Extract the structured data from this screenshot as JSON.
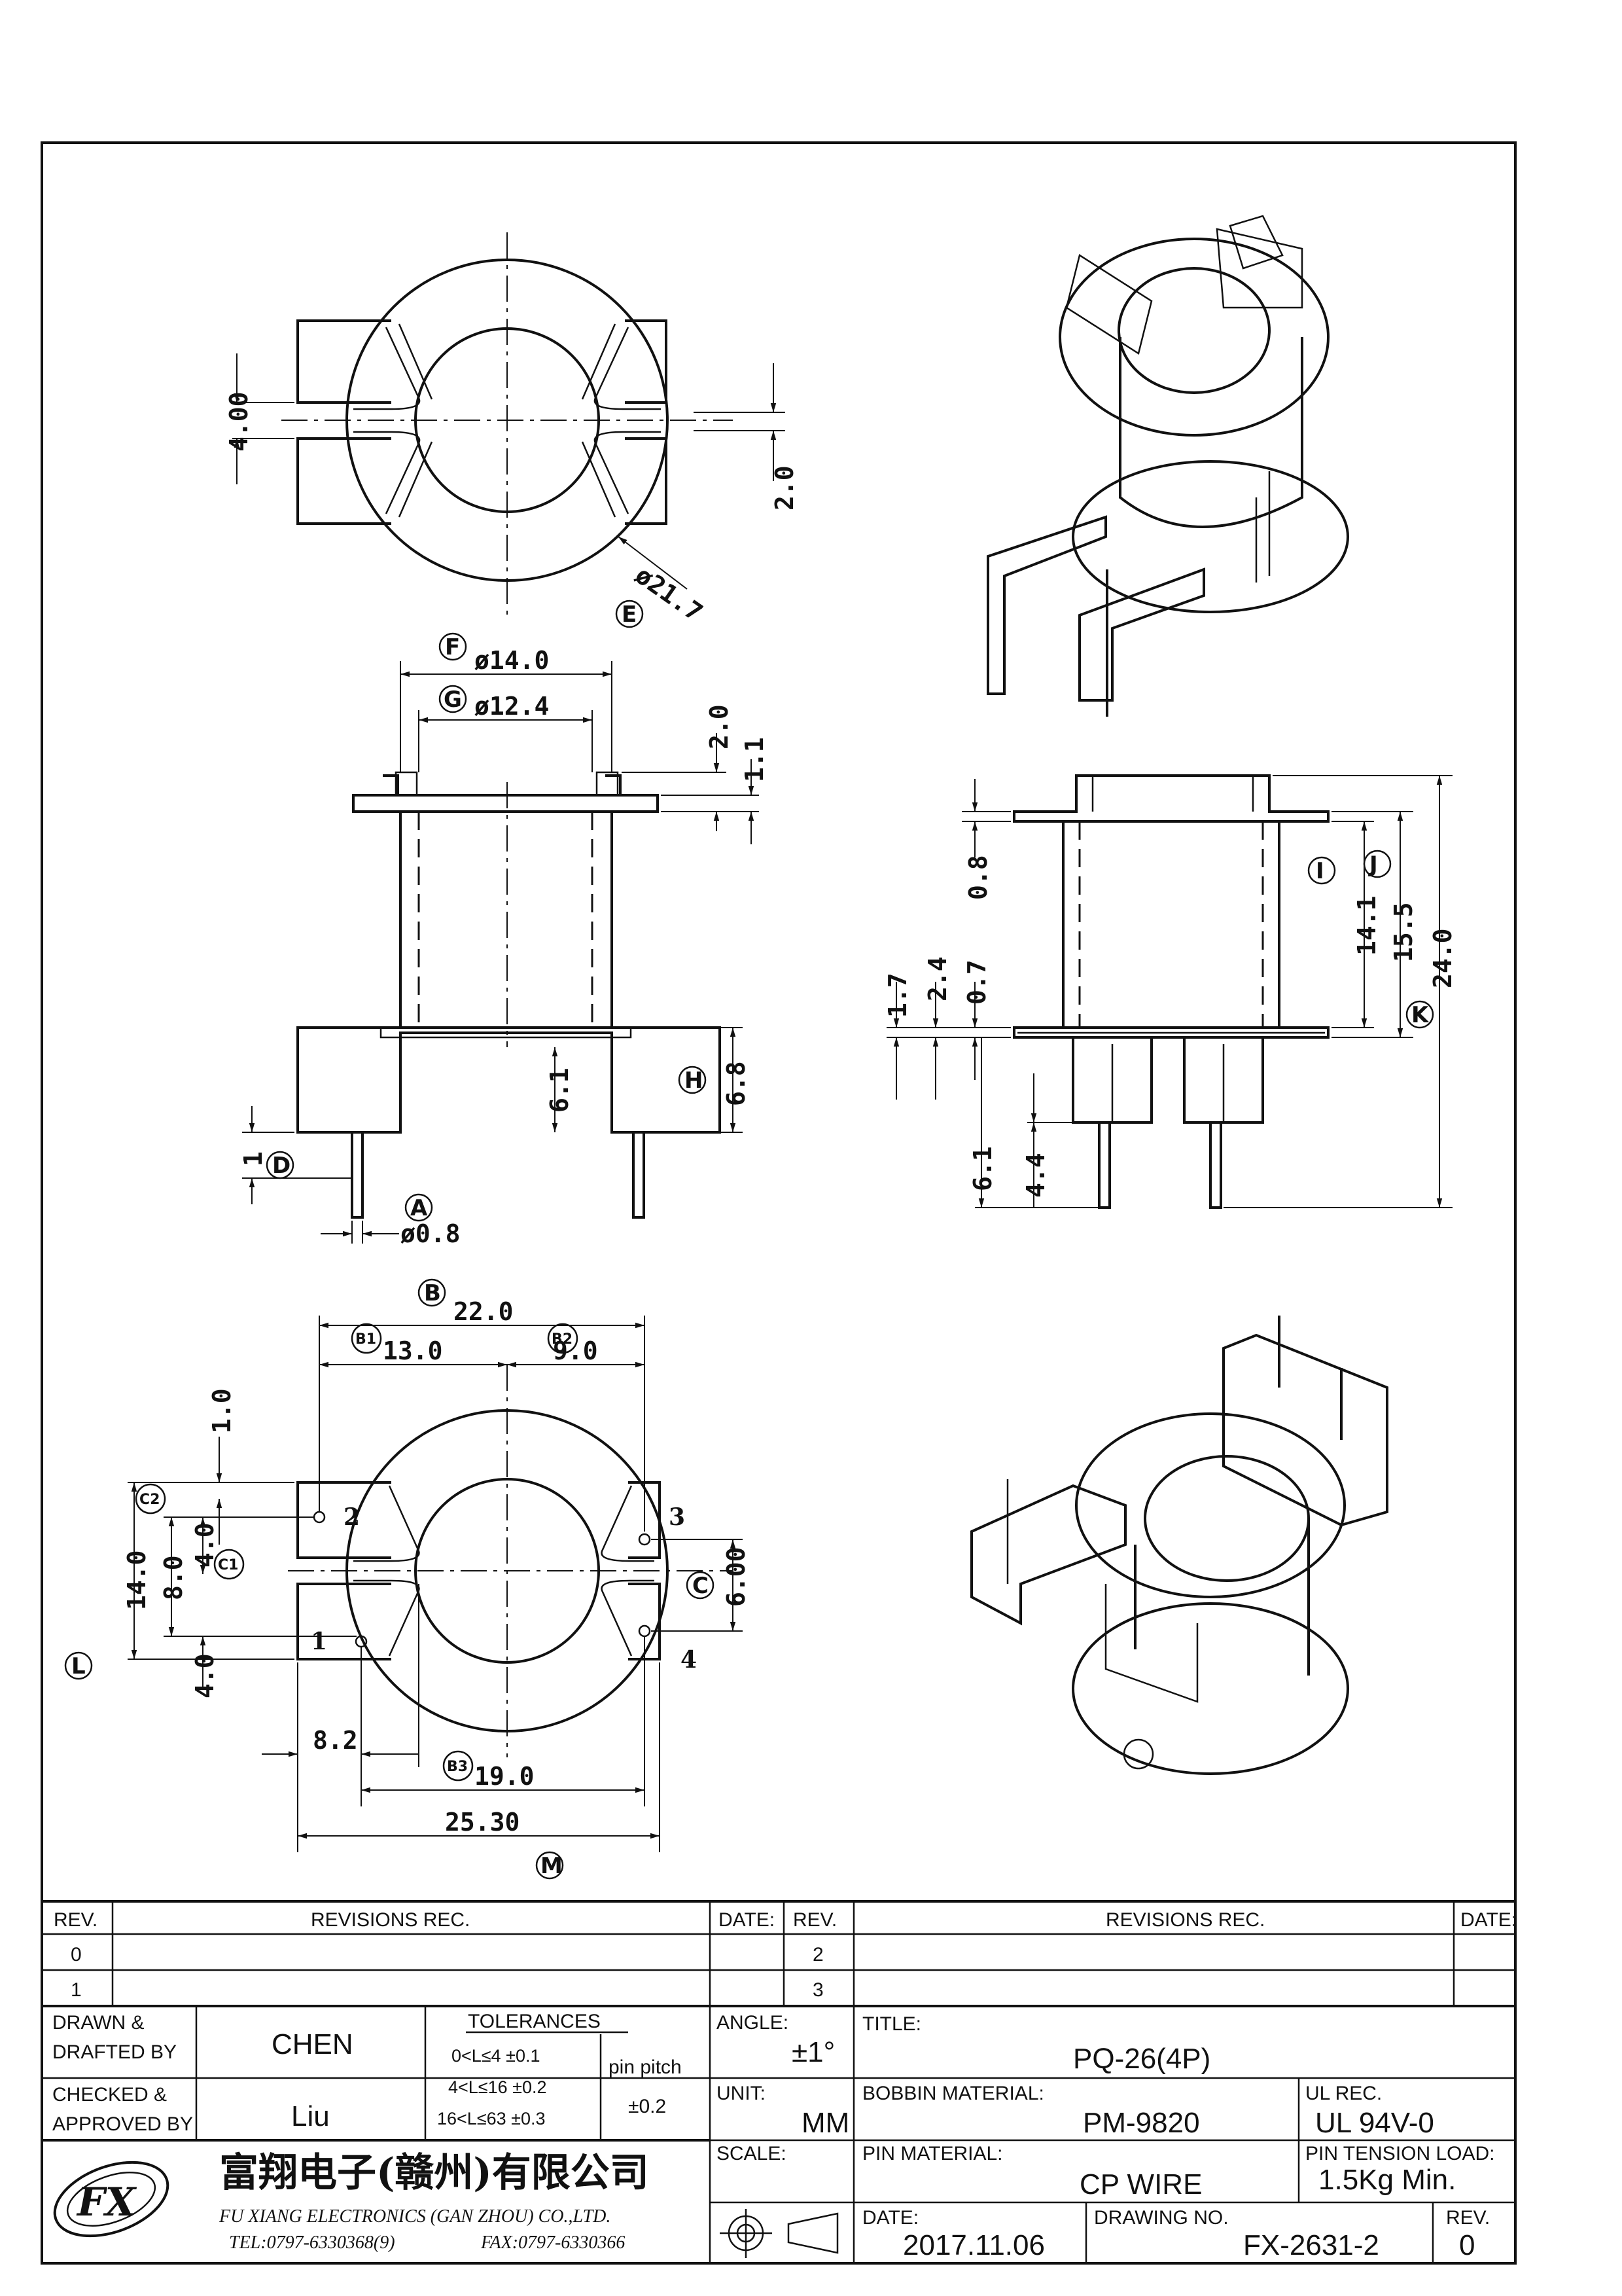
{
  "dims": {
    "top_4_00": "4.00",
    "top_2_0": "2.0",
    "top_d21_7": "ø21.7",
    "f_d14_0": "ø14.0",
    "g_d12_4": "ø12.4",
    "s_2_0": "2.0",
    "s_1_1": "1.1",
    "s_6_1": "6.1",
    "s_6_8": "6.8",
    "s_1": "1",
    "s_d0_8": "ø0.8",
    "r_0_8": "0.8",
    "r_1_7": "1.7",
    "r_2_4": "2.4",
    "r_0_7": "0.7",
    "r_6_1": "6.1",
    "r_4_4": "4.4",
    "r_14_1": "14.1",
    "r_15_5": "15.5",
    "r_24_0": "24.0",
    "b_22_0": "22.0",
    "b_13_0": "13.0",
    "b_9_0": "9.0",
    "b_1_0": "1.0",
    "b_14_0": "14.0",
    "b_8_0": "8.0",
    "b_4_0a": "4.0",
    "b_4_0b": "4.0",
    "b_6_00": "6.00",
    "b_8_2": "8.2",
    "b_19_0": "19.0",
    "b_25_30": "25.30"
  },
  "labels": {
    "A": "A",
    "B": "B",
    "B1": "B1",
    "B2": "B2",
    "B3": "B3",
    "C": "C",
    "C1": "C1",
    "C2": "C2",
    "D": "D",
    "E": "E",
    "F": "F",
    "G": "G",
    "H": "H",
    "I": "I",
    "J": "J",
    "K": "K",
    "L": "L",
    "M": "M"
  },
  "pins": {
    "p1": "1",
    "p2": "2",
    "p3": "3",
    "p4": "4"
  },
  "title_block": {
    "rev_header": "REV.",
    "revisions_header": "REVISIONS  REC.",
    "date_header": "DATE:",
    "rev_left": [
      "0",
      "1"
    ],
    "rev_right": [
      "2",
      "3"
    ],
    "drawn_label_1": "DRAWN &",
    "drawn_label_2": "DRAFTED BY",
    "drawn_by": "CHEN",
    "checked_label_1": "CHECKED &",
    "checked_label_2": "APPROVED BY",
    "approved_by": "Liu",
    "tolerances_label": "TOLERANCES",
    "tol_1": "0<L≤4    ±0.1",
    "tol_2": "4<L≤16  ±0.2",
    "tol_3": "16<L≤63  ±0.3",
    "pin_pitch_label": "pin pitch",
    "pin_pitch_tol": "±0.2",
    "angle_label": "ANGLE:",
    "angle_value": "±1°",
    "unit_label": "UNIT:",
    "unit_value": "MM",
    "scale_label": "SCALE:",
    "title_label": "TITLE:",
    "title_value": "PQ-26(4P)",
    "bobbin_label": "BOBBIN MATERIAL:",
    "bobbin_value": "PM-9820",
    "ul_label": "UL REC.",
    "ul_value": "UL 94V-0",
    "pin_material_label": "PIN MATERIAL:",
    "pin_material_value": "CP WIRE",
    "pin_tension_label": "PIN TENSION LOAD:",
    "pin_tension_value": "1.5Kg  Min.",
    "date_label": "DATE:",
    "date_value": "2017.11.06",
    "drawing_no_label": "DRAWING NO.",
    "drawing_no_value": "FX-2631-2",
    "rev_label": "REV.",
    "rev_value": "0",
    "company_cn": "富翔电子(赣州)有限公司",
    "company_en": "FU XIANG ELECTRONICS (GAN ZHOU) CO.,LTD.",
    "tel": "TEL:0797-6330368(9)",
    "fax": "FAX:0797-6330366",
    "logo_text": "FX"
  }
}
